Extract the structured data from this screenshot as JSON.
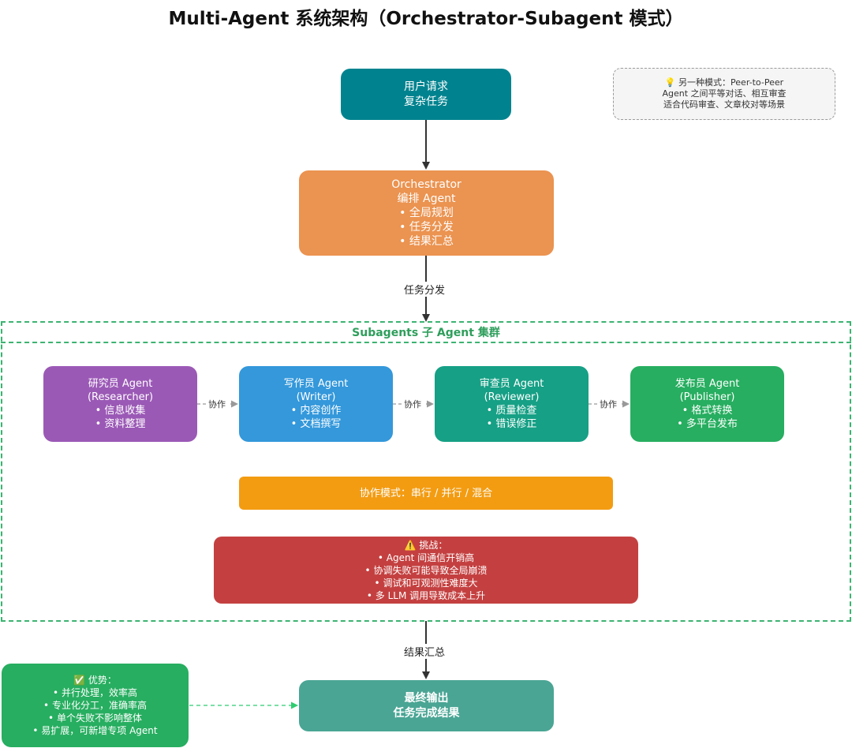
{
  "title": "Multi-Agent 系统架构（Orchestrator-Subagent 模式）",
  "user_request": {
    "line1": "用户请求",
    "line2": "复杂任务"
  },
  "orchestrator": {
    "lines": [
      "Orchestrator",
      "编排 Agent",
      "• 全局规划",
      "• 任务分发",
      "• 结果汇总"
    ]
  },
  "edge_dispatch_label": "任务分发",
  "edge_summary_label": "结果汇总",
  "note": {
    "icon": "lightbulb-icon",
    "line1": "💡 另一种模式：Peer-to-Peer",
    "line2": "Agent 之间平等对话、相互审查",
    "line3": "适合代码审查、文章校对等场景"
  },
  "cluster_title": "Subagents 子 Agent 集群",
  "agents": [
    {
      "lines": [
        "研究员 Agent",
        "(Researcher)",
        "• 信息收集",
        "• 资料整理"
      ],
      "color": "#9b59b6"
    },
    {
      "lines": [
        "写作员 Agent",
        "(Writer)",
        "• 内容创作",
        "• 文档撰写"
      ],
      "color": "#3498db"
    },
    {
      "lines": [
        "审查员 Agent",
        "(Reviewer)",
        "• 质量检查",
        "• 错误修正"
      ],
      "color": "#16a085"
    },
    {
      "lines": [
        "发布员 Agent",
        "(Publisher)",
        "• 格式转换",
        "• 多平台发布"
      ],
      "color": "#27ae60"
    }
  ],
  "collab_label": "协作",
  "collab_mode": "协作模式：串行 / 并行 / 混合",
  "challenges": {
    "icon": "warning-icon",
    "lines": [
      "⚠️ 挑战：",
      "• Agent 间通信开销高",
      "• 协调失败可能导致全局崩溃",
      "• 调试和可观测性难度大",
      "• 多 LLM 调用导致成本上升"
    ]
  },
  "advantages": {
    "icon": "check-icon",
    "lines": [
      "✅ 优势：",
      "• 并行处理，效率高",
      "• 专业化分工，准确率高",
      "• 单个失败不影响整体",
      "• 易扩展，可新增专项 Agent"
    ]
  },
  "final_output": {
    "line1": "最终输出",
    "line2": "任务完成结果"
  },
  "colors": {
    "user_request": "#00838f",
    "orchestrator": "#eb9350",
    "collab_mode": "#f39c12",
    "challenges": "#c44040",
    "advantages": "#27ae60",
    "final_output": "#4aa594",
    "cluster_border": "#3cb371"
  }
}
